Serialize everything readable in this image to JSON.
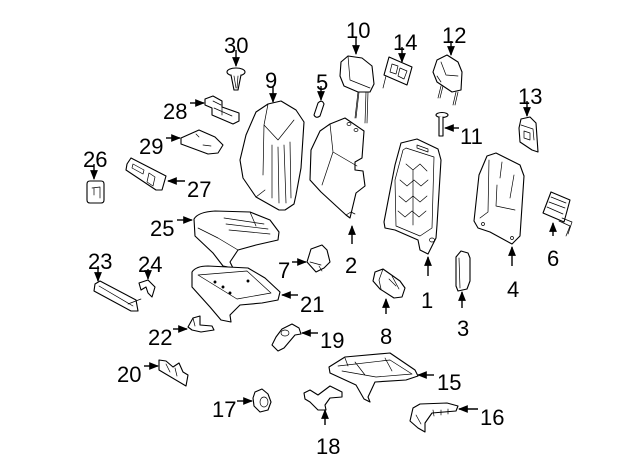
{
  "diagram": {
    "title": "Seat components parts diagram",
    "callouts": [
      {
        "id": "1",
        "label": "1",
        "part": "seat-back-frame"
      },
      {
        "id": "2",
        "label": "2",
        "part": "seat-back-pad"
      },
      {
        "id": "3",
        "label": "3",
        "part": "side-trim-panel"
      },
      {
        "id": "4",
        "label": "4",
        "part": "back-panel"
      },
      {
        "id": "5",
        "label": "5",
        "part": "headrest-guide"
      },
      {
        "id": "6",
        "label": "6",
        "part": "heater-element"
      },
      {
        "id": "7",
        "label": "7",
        "part": "module"
      },
      {
        "id": "8",
        "label": "8",
        "part": "motor"
      },
      {
        "id": "9",
        "label": "9",
        "part": "seat-back-cover"
      },
      {
        "id": "10",
        "label": "10",
        "part": "headrest"
      },
      {
        "id": "11",
        "label": "11",
        "part": "headrest-guide-pin"
      },
      {
        "id": "12",
        "label": "12",
        "part": "headrest-frame"
      },
      {
        "id": "13",
        "label": "13",
        "part": "lumbar-switch"
      },
      {
        "id": "14",
        "label": "14",
        "part": "headrest-control"
      },
      {
        "id": "15",
        "label": "15",
        "part": "seat-pan"
      },
      {
        "id": "16",
        "label": "16",
        "part": "side-shield"
      },
      {
        "id": "17",
        "label": "17",
        "part": "adjuster-knob"
      },
      {
        "id": "18",
        "label": "18",
        "part": "bracket"
      },
      {
        "id": "19",
        "label": "19",
        "part": "cover-bracket"
      },
      {
        "id": "20",
        "label": "20",
        "part": "track-cover"
      },
      {
        "id": "21",
        "label": "21",
        "part": "cushion-pad"
      },
      {
        "id": "22",
        "label": "22",
        "part": "hook"
      },
      {
        "id": "23",
        "label": "23",
        "part": "trim-strip"
      },
      {
        "id": "24",
        "label": "24",
        "part": "clip"
      },
      {
        "id": "25",
        "label": "25",
        "part": "cushion-cover"
      },
      {
        "id": "26",
        "label": "26",
        "part": "switch-knob"
      },
      {
        "id": "27",
        "label": "27",
        "part": "switch-panel"
      },
      {
        "id": "28",
        "label": "28",
        "part": "switch"
      },
      {
        "id": "29",
        "label": "29",
        "part": "switch-bezel"
      },
      {
        "id": "30",
        "label": "30",
        "part": "push-clip"
      }
    ]
  }
}
